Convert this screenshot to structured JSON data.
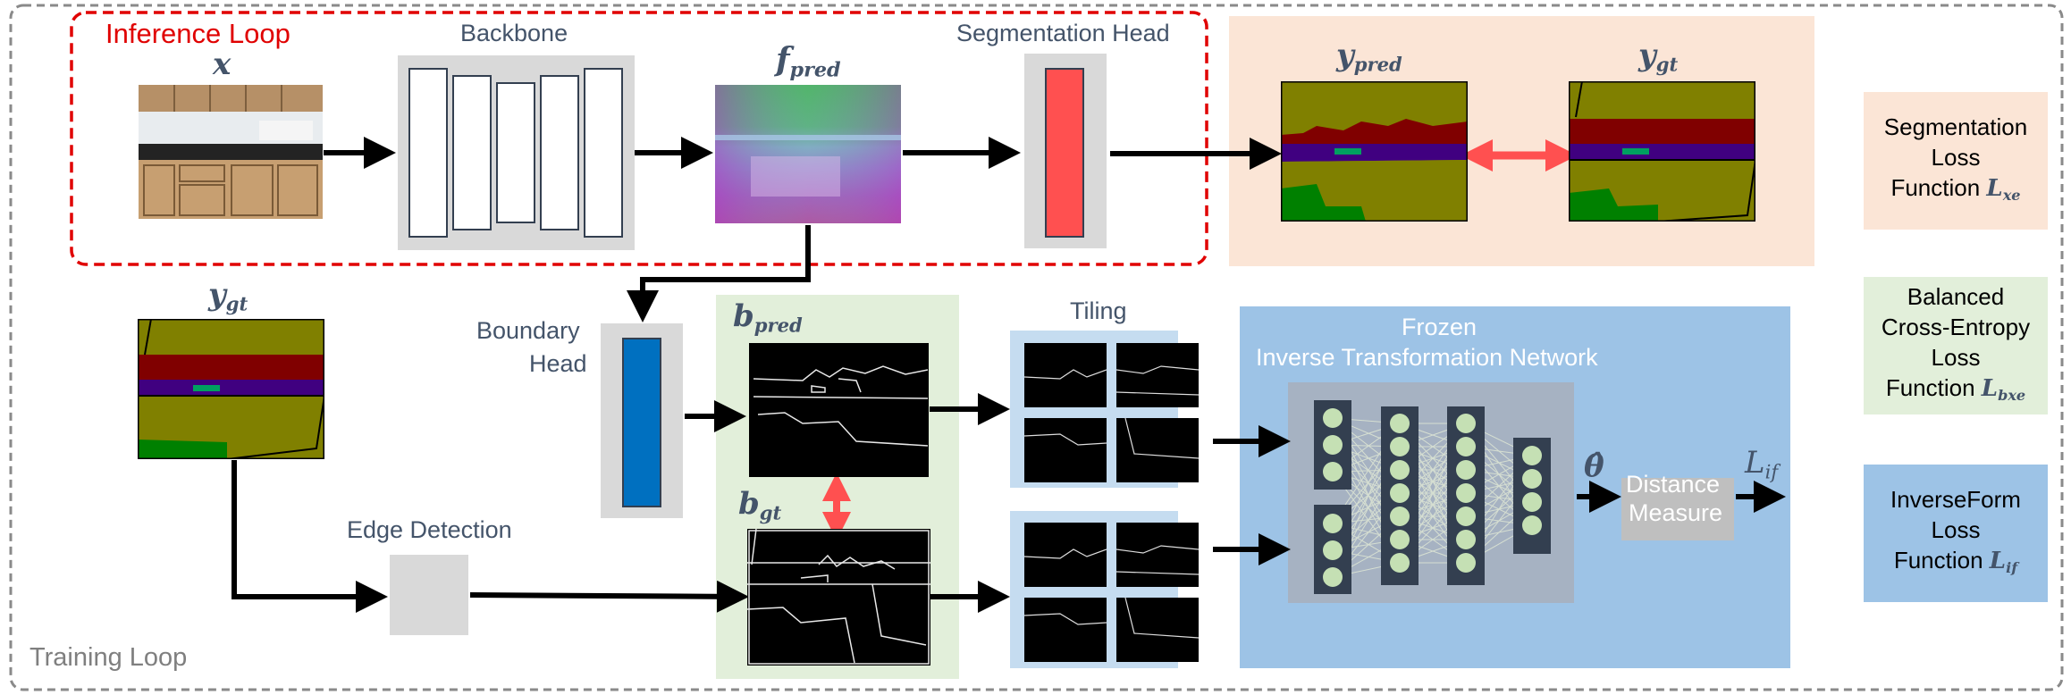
{
  "labels": {
    "inference_loop": "Inference Loop",
    "training_loop": "Training Loop",
    "backbone": "Backbone",
    "segmentation_head": "Segmentation Head",
    "boundary_head_1": "Boundary",
    "boundary_head_2": "Head",
    "edge_detection": "Edge Detection",
    "tiling": "Tiling",
    "frozen": "Frozen",
    "itn": "Inverse Transformation Network",
    "distance_1": "Distance",
    "distance_2": "Measure"
  },
  "math": {
    "x": "x",
    "f": "f",
    "f_sub": "pred",
    "y": "y",
    "y_pred_sub": "pred",
    "y_gt_sub": "gt",
    "b": "b",
    "b_pred_sub": "pred",
    "b_gt_sub": "gt",
    "theta_hat": "θ̂",
    "L": "L",
    "L_sub": "if"
  },
  "legend": {
    "seg": {
      "line1": "Segmentation",
      "line2": "Loss",
      "line3": "Function",
      "sym": "L",
      "sub": "xe"
    },
    "bce": {
      "line1": "Balanced",
      "line2": "Cross-Entropy",
      "line3": "Loss",
      "line4": "Function",
      "sym": "L",
      "sub": "bxe"
    },
    "inv": {
      "line1": "InverseForm",
      "line2": "Loss",
      "line3": "Function",
      "sym": "L",
      "sub": "if"
    }
  },
  "colors": {
    "peach": "#fbe5d6",
    "green": "#e2efda",
    "blue": "#9dc3e6",
    "blue_light": "#c5dcf0",
    "gray": "#d9d9d9",
    "seg_head": "#ff5050",
    "boundary_head": "#0070c0",
    "red_dash": "#e00000",
    "node_dark": "#333f50",
    "node": "#c5e0b4"
  }
}
